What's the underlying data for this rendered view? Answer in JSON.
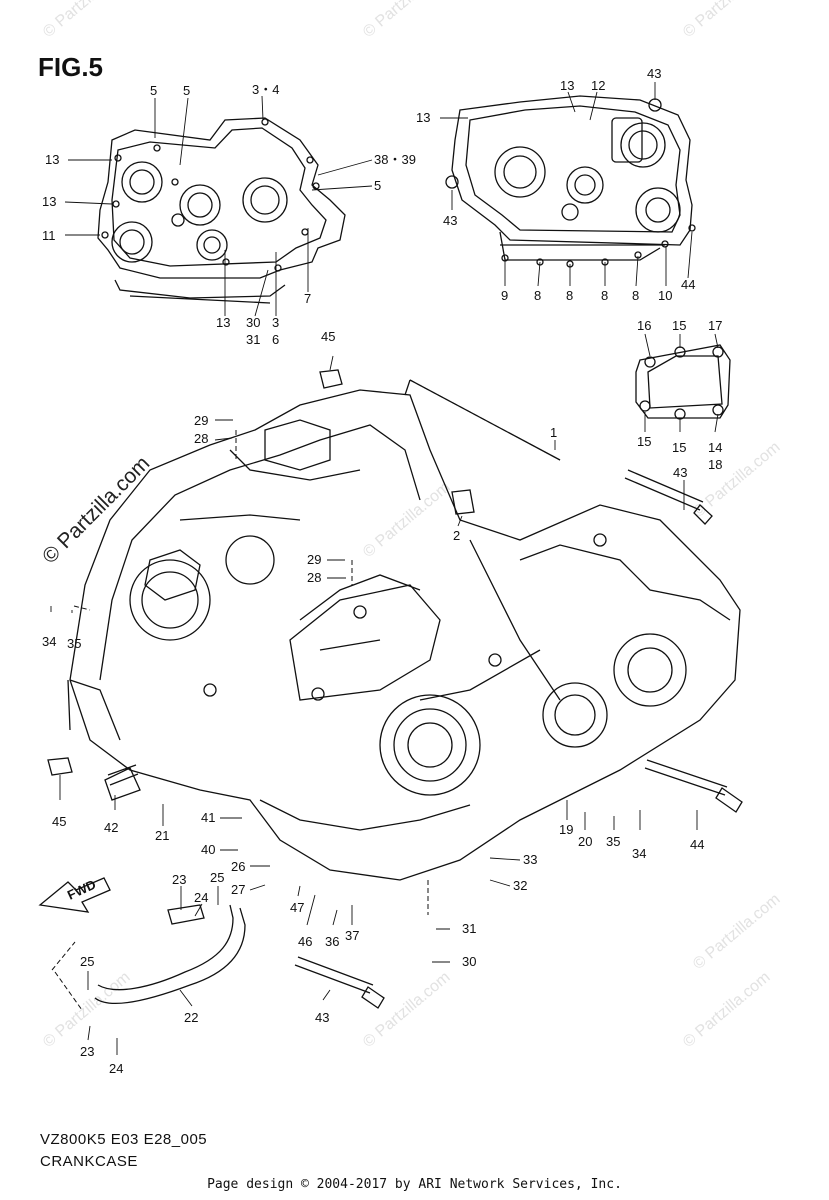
{
  "figure": {
    "title": "FIG.5",
    "model_code": "VZ800K5 E03 E28_005",
    "name": "CRANKCASE",
    "credit": "Page design © 2004-2017 by ARI Network Services, Inc.",
    "watermark": "© Partzilla.com",
    "fwd_label": "FWD"
  },
  "callouts": [
    {
      "id": "c1",
      "text": "5"
    },
    {
      "id": "c2",
      "text": "5"
    },
    {
      "id": "c3",
      "text": "3・4"
    },
    {
      "id": "c4",
      "text": "13"
    },
    {
      "id": "c5",
      "text": "38・39"
    },
    {
      "id": "c6",
      "text": "5"
    },
    {
      "id": "c7",
      "text": "13"
    },
    {
      "id": "c8",
      "text": "11"
    },
    {
      "id": "c9",
      "text": "13"
    },
    {
      "id": "c10",
      "text": "30"
    },
    {
      "id": "c11",
      "text": "31"
    },
    {
      "id": "c12",
      "text": "3"
    },
    {
      "id": "c13",
      "text": "6"
    },
    {
      "id": "c14",
      "text": "7"
    },
    {
      "id": "c15",
      "text": "13"
    },
    {
      "id": "c16",
      "text": "12"
    },
    {
      "id": "c17",
      "text": "43"
    },
    {
      "id": "c18",
      "text": "13"
    },
    {
      "id": "c19",
      "text": "43"
    },
    {
      "id": "c20",
      "text": "9"
    },
    {
      "id": "c21",
      "text": "8"
    },
    {
      "id": "c22",
      "text": "8"
    },
    {
      "id": "c23",
      "text": "8"
    },
    {
      "id": "c24",
      "text": "8"
    },
    {
      "id": "c25",
      "text": "10"
    },
    {
      "id": "c26",
      "text": "44"
    },
    {
      "id": "c27",
      "text": "16"
    },
    {
      "id": "c28",
      "text": "15"
    },
    {
      "id": "c29",
      "text": "17"
    },
    {
      "id": "c30",
      "text": "15"
    },
    {
      "id": "c31",
      "text": "15"
    },
    {
      "id": "c32",
      "text": "14"
    },
    {
      "id": "c33",
      "text": "18"
    },
    {
      "id": "c34",
      "text": "45"
    },
    {
      "id": "c35",
      "text": "1"
    },
    {
      "id": "c36",
      "text": "29"
    },
    {
      "id": "c37",
      "text": "28"
    },
    {
      "id": "c38",
      "text": "43"
    },
    {
      "id": "c39",
      "text": "2"
    },
    {
      "id": "c40",
      "text": "29"
    },
    {
      "id": "c41",
      "text": "28"
    },
    {
      "id": "c42",
      "text": "34"
    },
    {
      "id": "c43",
      "text": "35"
    },
    {
      "id": "c44",
      "text": "45"
    },
    {
      "id": "c45",
      "text": "42"
    },
    {
      "id": "c46",
      "text": "21"
    },
    {
      "id": "c47",
      "text": "41"
    },
    {
      "id": "c48",
      "text": "40"
    },
    {
      "id": "c49",
      "text": "26"
    },
    {
      "id": "c50",
      "text": "27"
    },
    {
      "id": "c51",
      "text": "19"
    },
    {
      "id": "c52",
      "text": "20"
    },
    {
      "id": "c53",
      "text": "35"
    },
    {
      "id": "c54",
      "text": "34"
    },
    {
      "id": "c55",
      "text": "44"
    },
    {
      "id": "c56",
      "text": "33"
    },
    {
      "id": "c57",
      "text": "32"
    },
    {
      "id": "c58",
      "text": "23"
    },
    {
      "id": "c59",
      "text": "25"
    },
    {
      "id": "c60",
      "text": "24"
    },
    {
      "id": "c61",
      "text": "47"
    },
    {
      "id": "c62",
      "text": "46"
    },
    {
      "id": "c63",
      "text": "36"
    },
    {
      "id": "c64",
      "text": "37"
    },
    {
      "id": "c65",
      "text": "31"
    },
    {
      "id": "c66",
      "text": "30"
    },
    {
      "id": "c67",
      "text": "25"
    },
    {
      "id": "c68",
      "text": "22"
    },
    {
      "id": "c69",
      "text": "43"
    },
    {
      "id": "c70",
      "text": "23"
    },
    {
      "id": "c71",
      "text": "24"
    }
  ]
}
